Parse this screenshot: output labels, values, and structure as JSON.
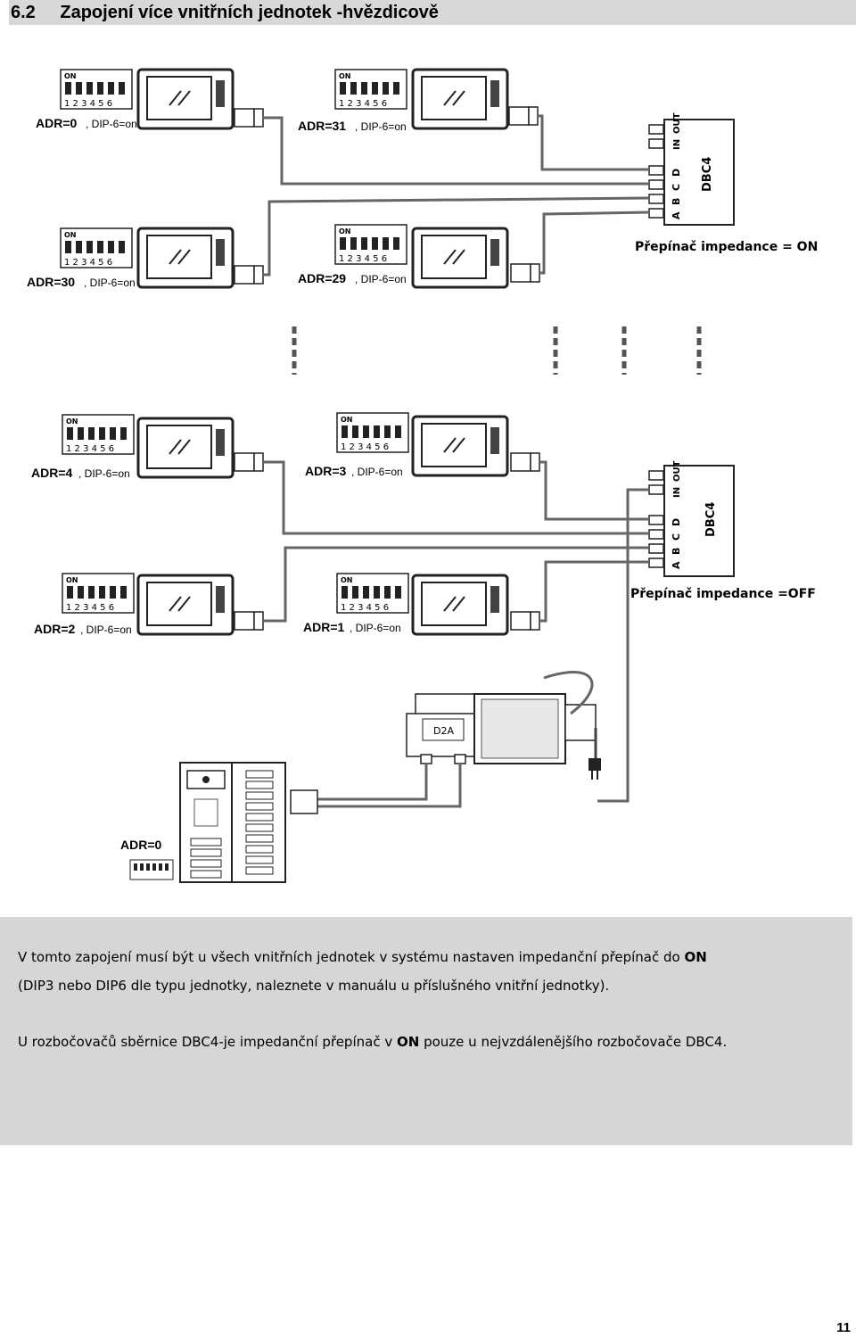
{
  "header": {
    "section_number": "6.2",
    "title": "Zapojení více vnitřních jednotek -hvězdicově"
  },
  "diagram": {
    "units": [
      {
        "adr": "ADR=0",
        "dip": ", DIP-6=on"
      },
      {
        "adr": "ADR=31",
        "dip": ", DIP-6=on"
      },
      {
        "adr": "ADR=30",
        "dip": ", DIP-6=on"
      },
      {
        "adr": "ADR=29",
        "dip": ", DIP-6=on"
      },
      {
        "adr": "ADR=4",
        "dip": ", DIP-6=on"
      },
      {
        "adr": "ADR=3",
        "dip": ", DIP-6=on"
      },
      {
        "adr": "ADR=2",
        "dip": ", DIP-6=on"
      },
      {
        "adr": "ADR=1",
        "dip": ", DIP-6=on"
      }
    ],
    "dip_switch_on_label": "ON",
    "dip_switch_numbers": "1 2 3 4 5 6",
    "distributors": [
      {
        "name": "DBC4",
        "ports": [
          "A",
          "B",
          "C",
          "D",
          "IN",
          "OUT"
        ],
        "impedance_label": "Přepínač impedance = ON"
      },
      {
        "name": "DBC4",
        "ports": [
          "A",
          "B",
          "C",
          "D",
          "IN",
          "OUT"
        ],
        "impedance_label": "Přepínač impedance =OFF"
      }
    ],
    "power_supply": {
      "name": "D2A"
    },
    "door_station": {
      "adr": "ADR=0"
    }
  },
  "note": {
    "line1_text": "V tomto zapojení musí být u všech vnitřních jednotek v systému nastaven impedanční přepínač do",
    "line1_bold": "ON",
    "line2_text": "(DIP3 nebo DIP6 dle typu jednotky, naleznete v manuálu u příslušného vnitřní jednotky).",
    "line3_pre": "U rozbočovačů sběrnice DBC4-je impedanční přepínač v",
    "line3_bold": "ON",
    "line3_post": "pouze u nejvzdálenějšího rozbočovače DBC4."
  },
  "page": {
    "number": "11"
  }
}
